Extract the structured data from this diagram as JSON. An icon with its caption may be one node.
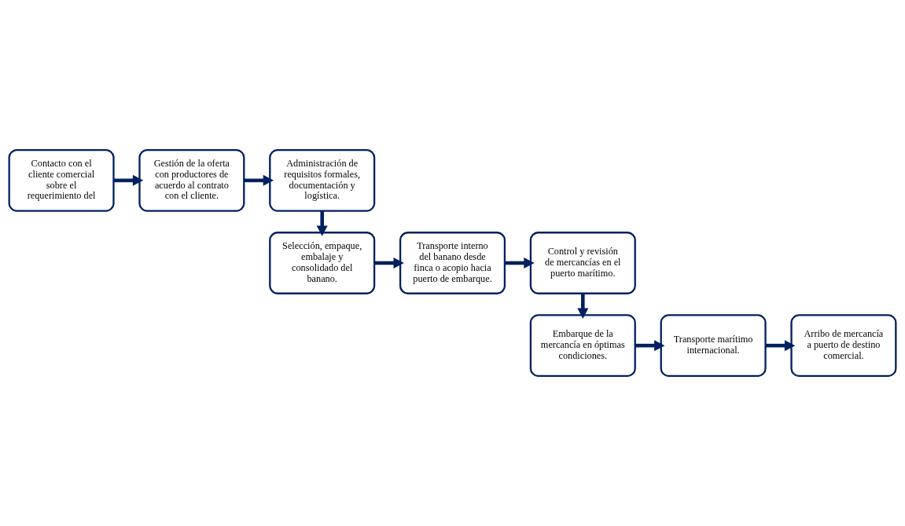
{
  "diagram": {
    "nodes": [
      {
        "text": [
          "Contacto con el cliente comercial sobre el requerimiento del"
        ]
      },
      {
        "text": [
          "Gestión de la oferta con productores de acuerdo al contrato con el cliente."
        ]
      },
      {
        "text": [
          "Administración de requisitos formales, documentación y logística."
        ]
      },
      {
        "text": [
          "Selección, empaque, embalaje y consolidado del banano."
        ]
      },
      {
        "text": [
          "Transporte interno del banano desde finca o acopio hacia puerto de embarque."
        ]
      },
      {
        "text": [
          "Control y revisión de mercancías en el puerto marítimo."
        ]
      },
      {
        "text": [
          "Embarque de la mercancía en óptimas condiciones."
        ]
      },
      {
        "text": [
          "Transporte marítimo internacional."
        ]
      },
      {
        "text": [
          "Arribo de mercancía a puerto de destino comercial."
        ]
      }
    ],
    "edges": [
      {
        "from": 0,
        "to": 1,
        "arrow": "to"
      },
      {
        "from": 1,
        "to": 2,
        "arrow": "to"
      },
      {
        "from": 2,
        "to": 3,
        "arrow": "to"
      },
      {
        "from": 3,
        "to": 4,
        "arrow": "to"
      },
      {
        "from": 4,
        "to": 5,
        "arrow": "to"
      },
      {
        "from": 5,
        "to": 6,
        "arrow": "to"
      },
      {
        "from": 6,
        "to": 7,
        "arrow": "to"
      },
      {
        "from": 7,
        "to": 8,
        "arrow": "to"
      }
    ]
  }
}
